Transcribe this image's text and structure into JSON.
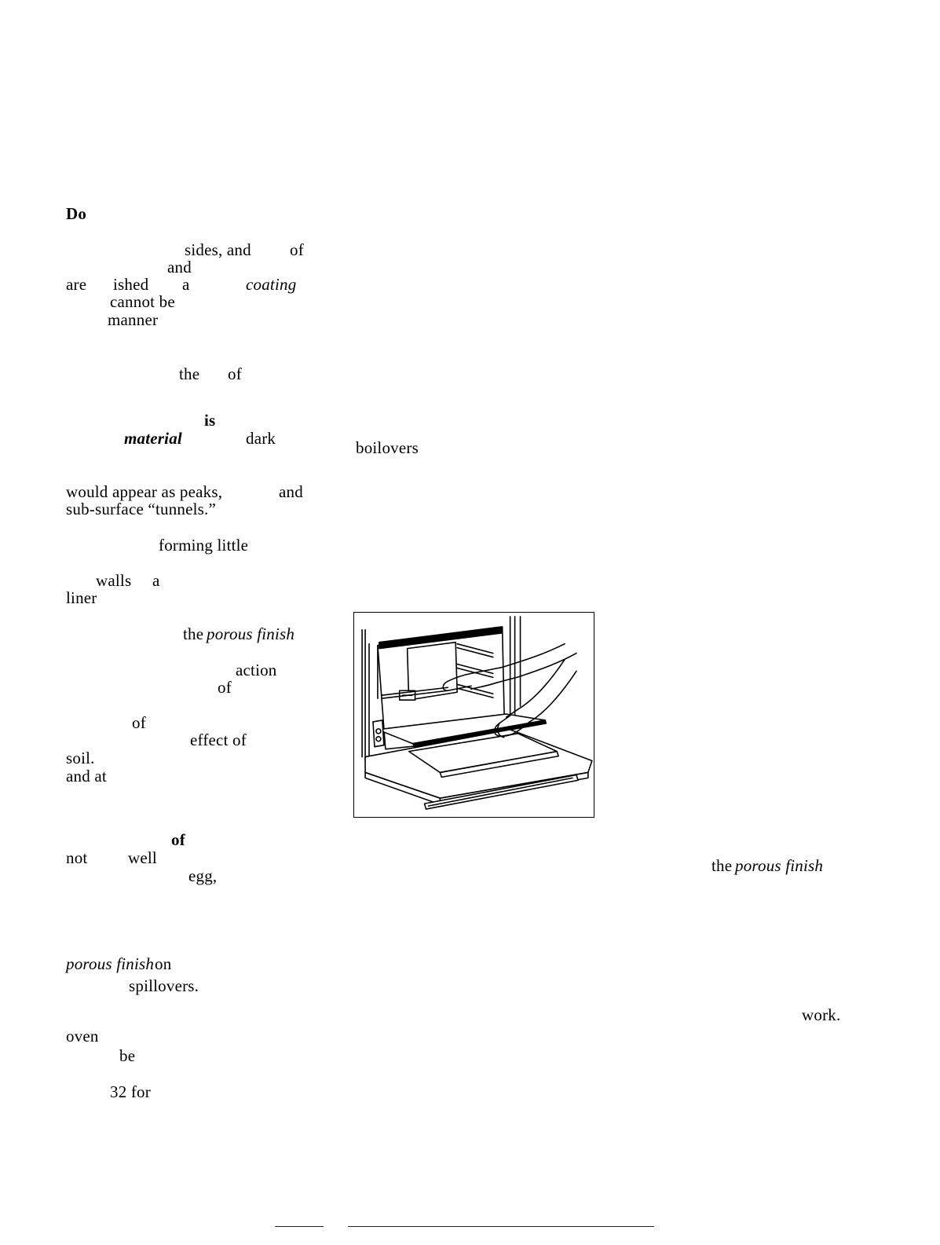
{
  "fragments": [
    {
      "id": "do",
      "text": "Do",
      "style": "bold"
    },
    {
      "id": "sides_and",
      "text": "sides, and",
      "style": "normal"
    },
    {
      "id": "of_1",
      "text": "of",
      "style": "normal"
    },
    {
      "id": "and_1",
      "text": "and",
      "style": "normal"
    },
    {
      "id": "are",
      "text": "are",
      "style": "normal"
    },
    {
      "id": "ished",
      "text": "ished",
      "style": "normal"
    },
    {
      "id": "a_1",
      "text": "a",
      "style": "normal"
    },
    {
      "id": "coating",
      "text": "coating",
      "style": "italic"
    },
    {
      "id": "cannot_be",
      "text": "cannot be",
      "style": "normal"
    },
    {
      "id": "manner",
      "text": "manner",
      "style": "normal"
    },
    {
      "id": "the_1",
      "text": "the",
      "style": "normal"
    },
    {
      "id": "of_2",
      "text": "of",
      "style": "normal"
    },
    {
      "id": "is",
      "text": "is",
      "style": "bold"
    },
    {
      "id": "material",
      "text": "material",
      "style": "bolditalic"
    },
    {
      "id": "dark",
      "text": "dark",
      "style": "normal"
    },
    {
      "id": "boilovers",
      "text": "boilovers",
      "style": "normal"
    },
    {
      "id": "would_appear",
      "text": "would appear as peaks,",
      "style": "normal"
    },
    {
      "id": "and_2",
      "text": "and",
      "style": "normal"
    },
    {
      "id": "sub_surface",
      "text": "sub-surface “tunnels.”",
      "style": "normal"
    },
    {
      "id": "forming_little",
      "text": "forming little",
      "style": "normal"
    },
    {
      "id": "walls",
      "text": "walls",
      "style": "normal"
    },
    {
      "id": "a_2",
      "text": "a",
      "style": "normal"
    },
    {
      "id": "liner",
      "text": "liner",
      "style": "normal"
    },
    {
      "id": "the_porous_1",
      "text": "the",
      "style": "normal"
    },
    {
      "id": "porous_finish_1",
      "text": "porous finish",
      "style": "italic"
    },
    {
      "id": "action",
      "text": "action",
      "style": "normal"
    },
    {
      "id": "of_3",
      "text": "of",
      "style": "normal"
    },
    {
      "id": "of_4",
      "text": "of",
      "style": "normal"
    },
    {
      "id": "effect_of",
      "text": "effect of",
      "style": "normal"
    },
    {
      "id": "soil",
      "text": "soil.",
      "style": "normal"
    },
    {
      "id": "and_at",
      "text": "and at",
      "style": "normal"
    },
    {
      "id": "of_bold",
      "text": "of",
      "style": "bold"
    },
    {
      "id": "not",
      "text": "not",
      "style": "normal"
    },
    {
      "id": "well",
      "text": "well",
      "style": "normal"
    },
    {
      "id": "egg",
      "text": "egg,",
      "style": "normal"
    },
    {
      "id": "the_porous_2",
      "text": "the",
      "style": "normal"
    },
    {
      "id": "porous_finish_2",
      "text": "porous finish",
      "style": "italic"
    },
    {
      "id": "porous_finish_on",
      "text": "porous finish",
      "style": "italic"
    },
    {
      "id": "on",
      "text": "on",
      "style": "normal"
    },
    {
      "id": "spillovers",
      "text": "spillovers.",
      "style": "normal"
    },
    {
      "id": "work",
      "text": "work.",
      "style": "normal"
    },
    {
      "id": "oven",
      "text": "oven",
      "style": "normal"
    },
    {
      "id": "be",
      "text": "be",
      "style": "normal"
    },
    {
      "id": "n32_for",
      "text": "32 for",
      "style": "normal"
    }
  ],
  "figure": {
    "icon": "oven-liner-removal-illustration"
  }
}
